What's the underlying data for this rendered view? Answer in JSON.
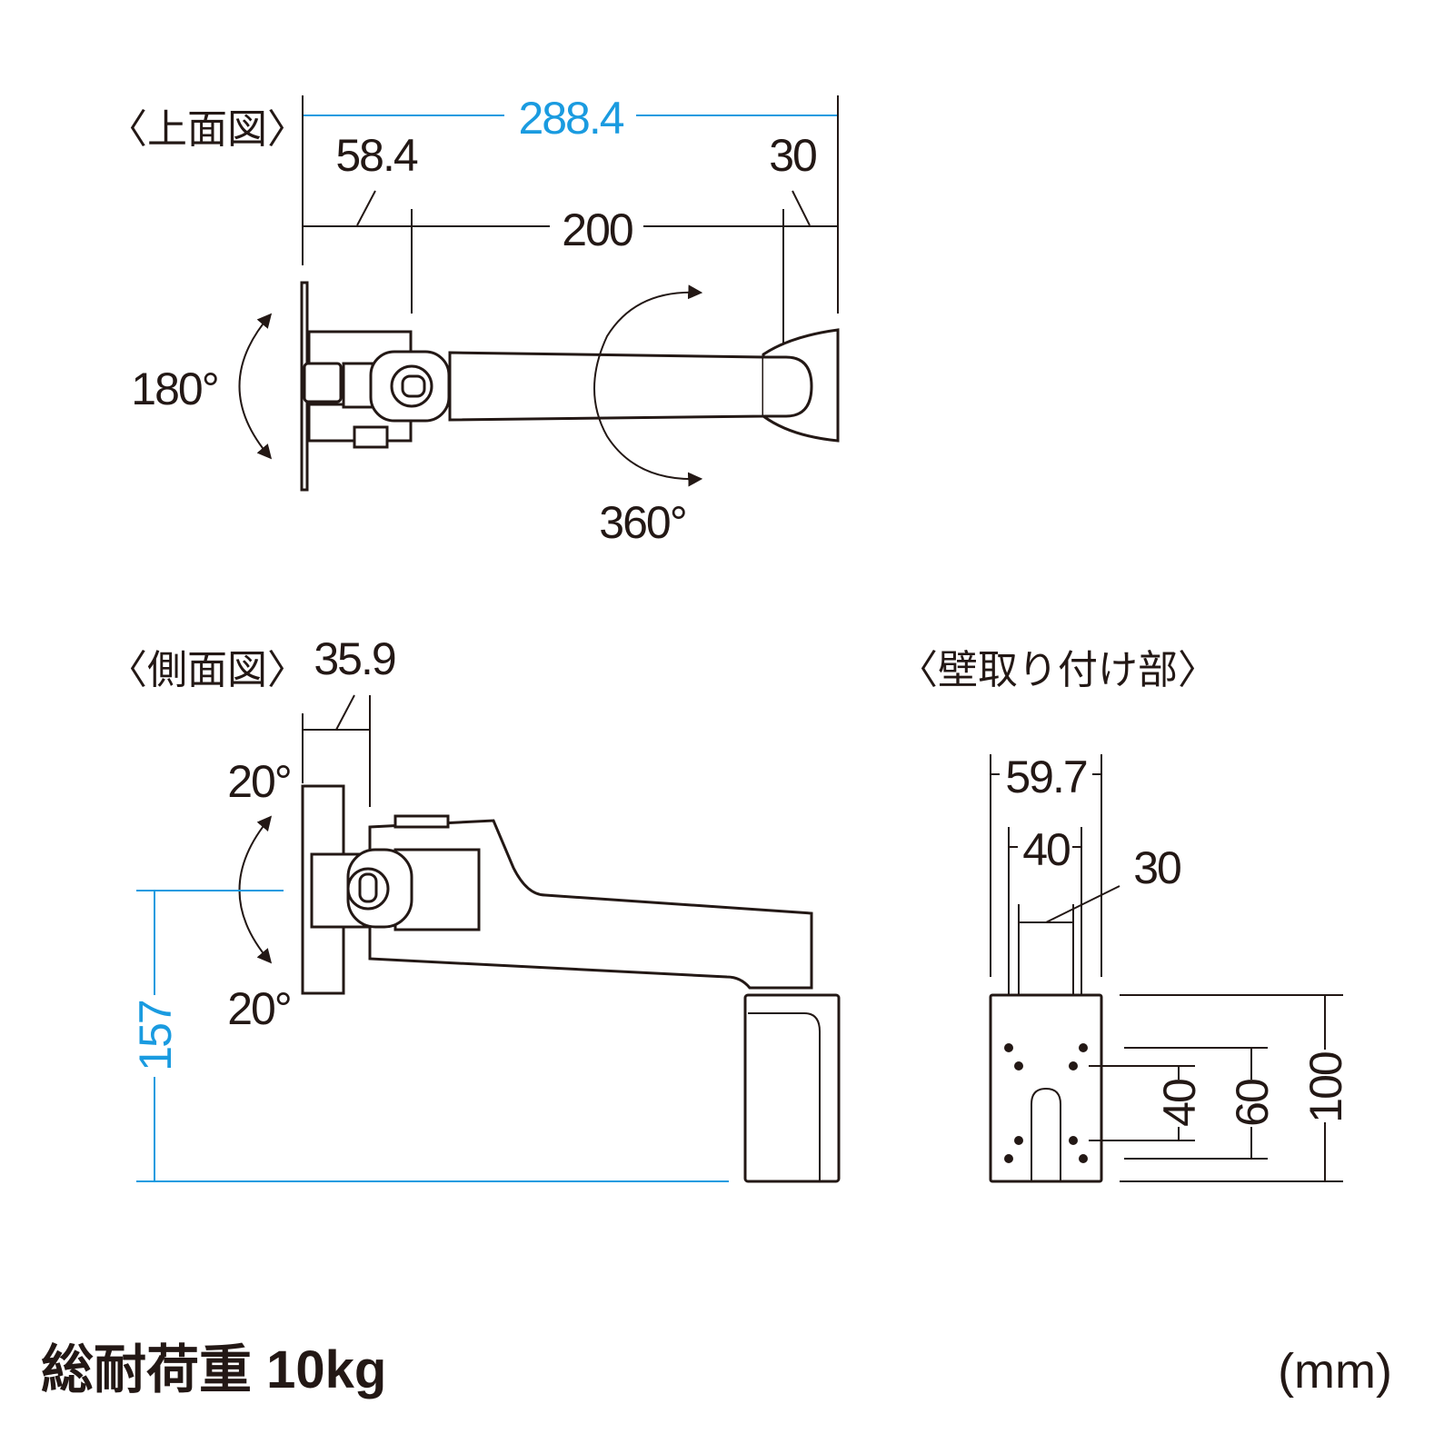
{
  "top_view": {
    "title": "〈上面図〉",
    "overall_width": "288.4",
    "left_offset": "58.4",
    "right_offset": "30",
    "arm_length": "200",
    "rotation_plate": "180°",
    "rotation_arm": "360°"
  },
  "side_view": {
    "title": "〈側面図〉",
    "depth": "35.9",
    "tilt_up": "20°",
    "tilt_down": "20°",
    "height": "157"
  },
  "wall_mount": {
    "title": "〈壁取り付け部〉",
    "width": "59.7",
    "hole_pitch_h": "40",
    "slot_width": "30",
    "hole_pitch_v_inner": "40",
    "hole_pitch_v_outer": "60",
    "height": "100"
  },
  "footer": {
    "load_capacity": "総耐荷重 10kg",
    "unit": "(mm)"
  },
  "colors": {
    "dimension_blue": "#1a9be0",
    "line": "#231815"
  }
}
